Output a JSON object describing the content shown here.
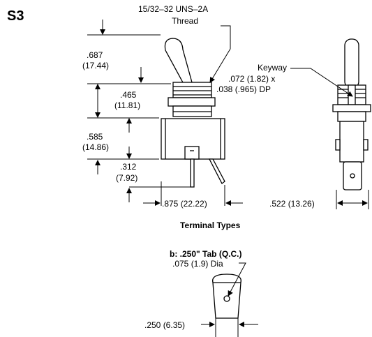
{
  "title": "S3",
  "labels": {
    "thread_line1": "15/32–32 UNS–2A",
    "thread_line2": "Thread",
    "dim_687_in": ".687",
    "dim_687_mm": "(17.44)",
    "dim_465_in": ".465",
    "dim_465_mm": "(11.81)",
    "dim_585_in": ".585",
    "dim_585_mm": "(14.86)",
    "dim_312_in": ".312",
    "dim_312_mm": "(7.92)",
    "dim_875": ".875 (22.22)",
    "keyway_1": "Keyway",
    "keyway_2": ".072 (1.82) x",
    "keyway_3": ".038 (.965) DP",
    "dim_522": ".522 (13.26)",
    "terminal_types": "Terminal Types",
    "tab_title": "b:  .250\" Tab (Q.C.)",
    "tab_dia": ".075 (1.9) Dia",
    "tab_width": ".250 (6.35)"
  }
}
